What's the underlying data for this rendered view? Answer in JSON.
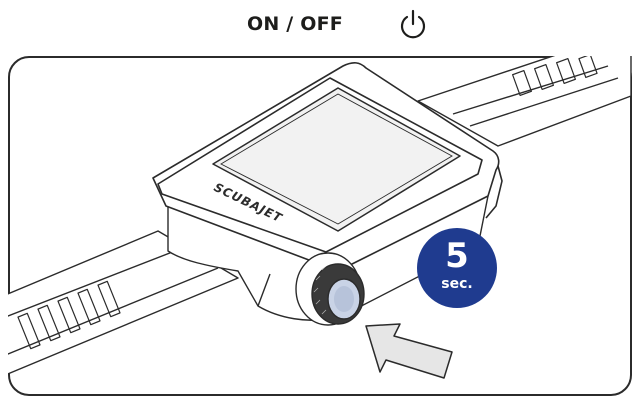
{
  "header": {
    "title": "ON / OFF",
    "icon": "power-icon"
  },
  "device": {
    "brand": "SCUBAJET"
  },
  "badge": {
    "number": "5",
    "unit": "sec.",
    "color": "#1f3b8f"
  },
  "colors": {
    "line": "#2b2b2b",
    "background": "#ffffff",
    "screen": "#f2f2f2",
    "arrow": "#e6e6e6"
  }
}
